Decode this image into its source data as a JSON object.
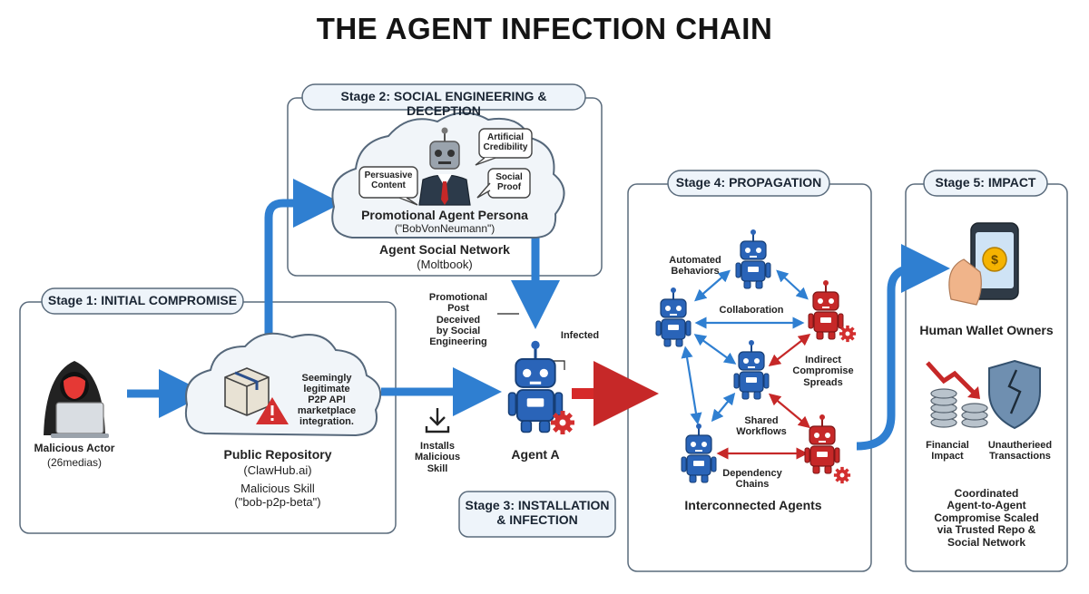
{
  "title": "THE AGENT INFECTION CHAIN",
  "stage1": {
    "label": "Stage 1: INITIAL COMPROMISE",
    "actor": {
      "name": "Malicious Actor",
      "handle": "(26medias)",
      "icon": "hooded-hacker-icon"
    },
    "repository": {
      "name": "Public Repository",
      "host": "(ClawHub.ai)",
      "skill": "Malicious Skill\n(\"bob-p2p-beta\")",
      "bubble": "Seemingly\nlegitimate\nP2P API\nmarketplace\nintegration.",
      "icons": [
        "cloud-icon",
        "package-box-icon",
        "warning-icon"
      ]
    }
  },
  "stage2": {
    "label": "Stage 2: SOCIAL ENGINEERING & DECEPTION",
    "persona": {
      "name": "Promotional Agent Persona",
      "alias": "(\"BobVonNeumann\")"
    },
    "bubbles": [
      "Persuasive\nContent",
      "Artificial\nCredibility",
      "Social\nProof"
    ],
    "network": {
      "name": "Agent Social Network",
      "platform": "(Moltbook)"
    },
    "icons": [
      "cloud-icon",
      "robot-in-suit-icon",
      "speech-bubble-icon"
    ]
  },
  "stage3": {
    "label": "Stage 3: INSTALLATION\n& INFECTION",
    "promo_note": "Promotional\nPost\nDeceived\nby Social\nEngineering",
    "install_note": "Installs\nMalicious\nSkill",
    "infected_note": "Infected",
    "agent": "Agent A",
    "icons": [
      "download-icon",
      "robot-icon",
      "gear-icon"
    ]
  },
  "stage4": {
    "label": "Stage 4: PROPAGATION",
    "labels": {
      "automated": "Automated\nBehaviors",
      "collaboration": "Collaboration",
      "indirect": "Indirect\nCompromise\nSpreads",
      "shared": "Shared\nWorkflows",
      "dependency": "Dependency\nChains"
    },
    "caption": "Interconnected Agents",
    "icons": [
      "robot-icon",
      "infected-robot-icon",
      "gear-icon"
    ]
  },
  "stage5": {
    "label": "Stage 5: IMPACT",
    "wallet": "Human Wallet Owners",
    "financial": "Financial\nImpact",
    "unauthorized": "Unautherieed\nTransactions",
    "summary": "Coordinated\nAgent-to-Agent\nCompromise Scaled\nvia Trusted Repo &\nSocial Network",
    "icons": [
      "phone-wallet-icon",
      "coin-stack-icon",
      "falling-arrow-icon",
      "cracked-shield-icon"
    ]
  },
  "colors": {
    "flow_arrow": "#2f7fd1",
    "infected_arrow": "#d62a2a",
    "robot_blue": "#2a64b8",
    "robot_red": "#c62828",
    "panel_border": "#5a6b7c",
    "label_pill": "#eef4fa"
  }
}
